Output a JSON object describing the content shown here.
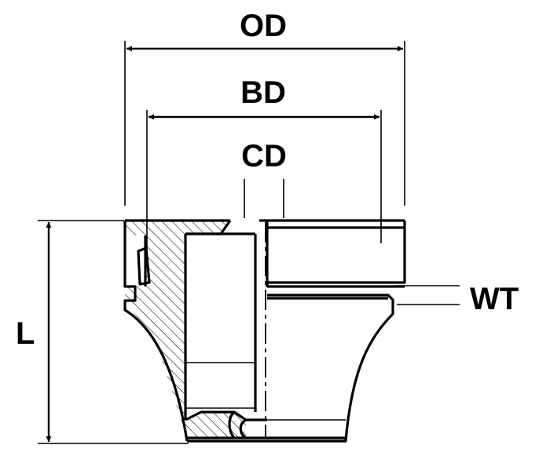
{
  "labels": {
    "outer_diameter": "OD",
    "bore_diameter": "BD",
    "center_diameter": "CD",
    "wall_thickness": "WT",
    "length": "L"
  },
  "colors": {
    "line": "#000000",
    "background": "#ffffff"
  }
}
